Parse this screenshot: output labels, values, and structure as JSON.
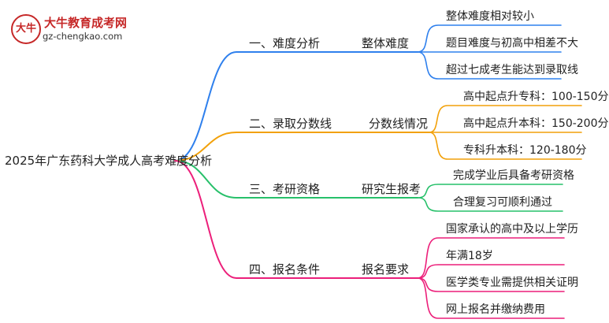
{
  "logo": {
    "title": "大牛教育成考网",
    "url": "gz-chengkao.com",
    "badge_text": "大牛"
  },
  "root": {
    "label": "2025年广东药科大学成人高考难度分析"
  },
  "colors": {
    "blue": "#2f80ed",
    "orange": "#f2a10a",
    "green": "#27c06a",
    "pink": "#ec1f7a"
  },
  "branches": [
    {
      "label": "一、难度分析",
      "sub": "整体难度",
      "color": "blue",
      "leaves": [
        "整体难度相对较小",
        "题目难度与初高中相差不大",
        "超过七成考生能达到录取线"
      ]
    },
    {
      "label": "二、录取分数线",
      "sub": "分数线情况",
      "color": "orange",
      "leaves": [
        "高中起点升专科：100-150分",
        "高中起点升本科：150-200分",
        "专科升本科：120-180分"
      ]
    },
    {
      "label": "三、考研资格",
      "sub": "研究生报考",
      "color": "green",
      "leaves": [
        "完成学业后具备考研资格",
        "合理复习可顺利通过"
      ]
    },
    {
      "label": "四、报名条件",
      "sub": "报名要求",
      "color": "pink",
      "leaves": [
        "国家承认的高中及以上学历",
        "年满18岁",
        "医学类专业需提供相关证明",
        "网上报名并缴纳费用"
      ]
    }
  ]
}
